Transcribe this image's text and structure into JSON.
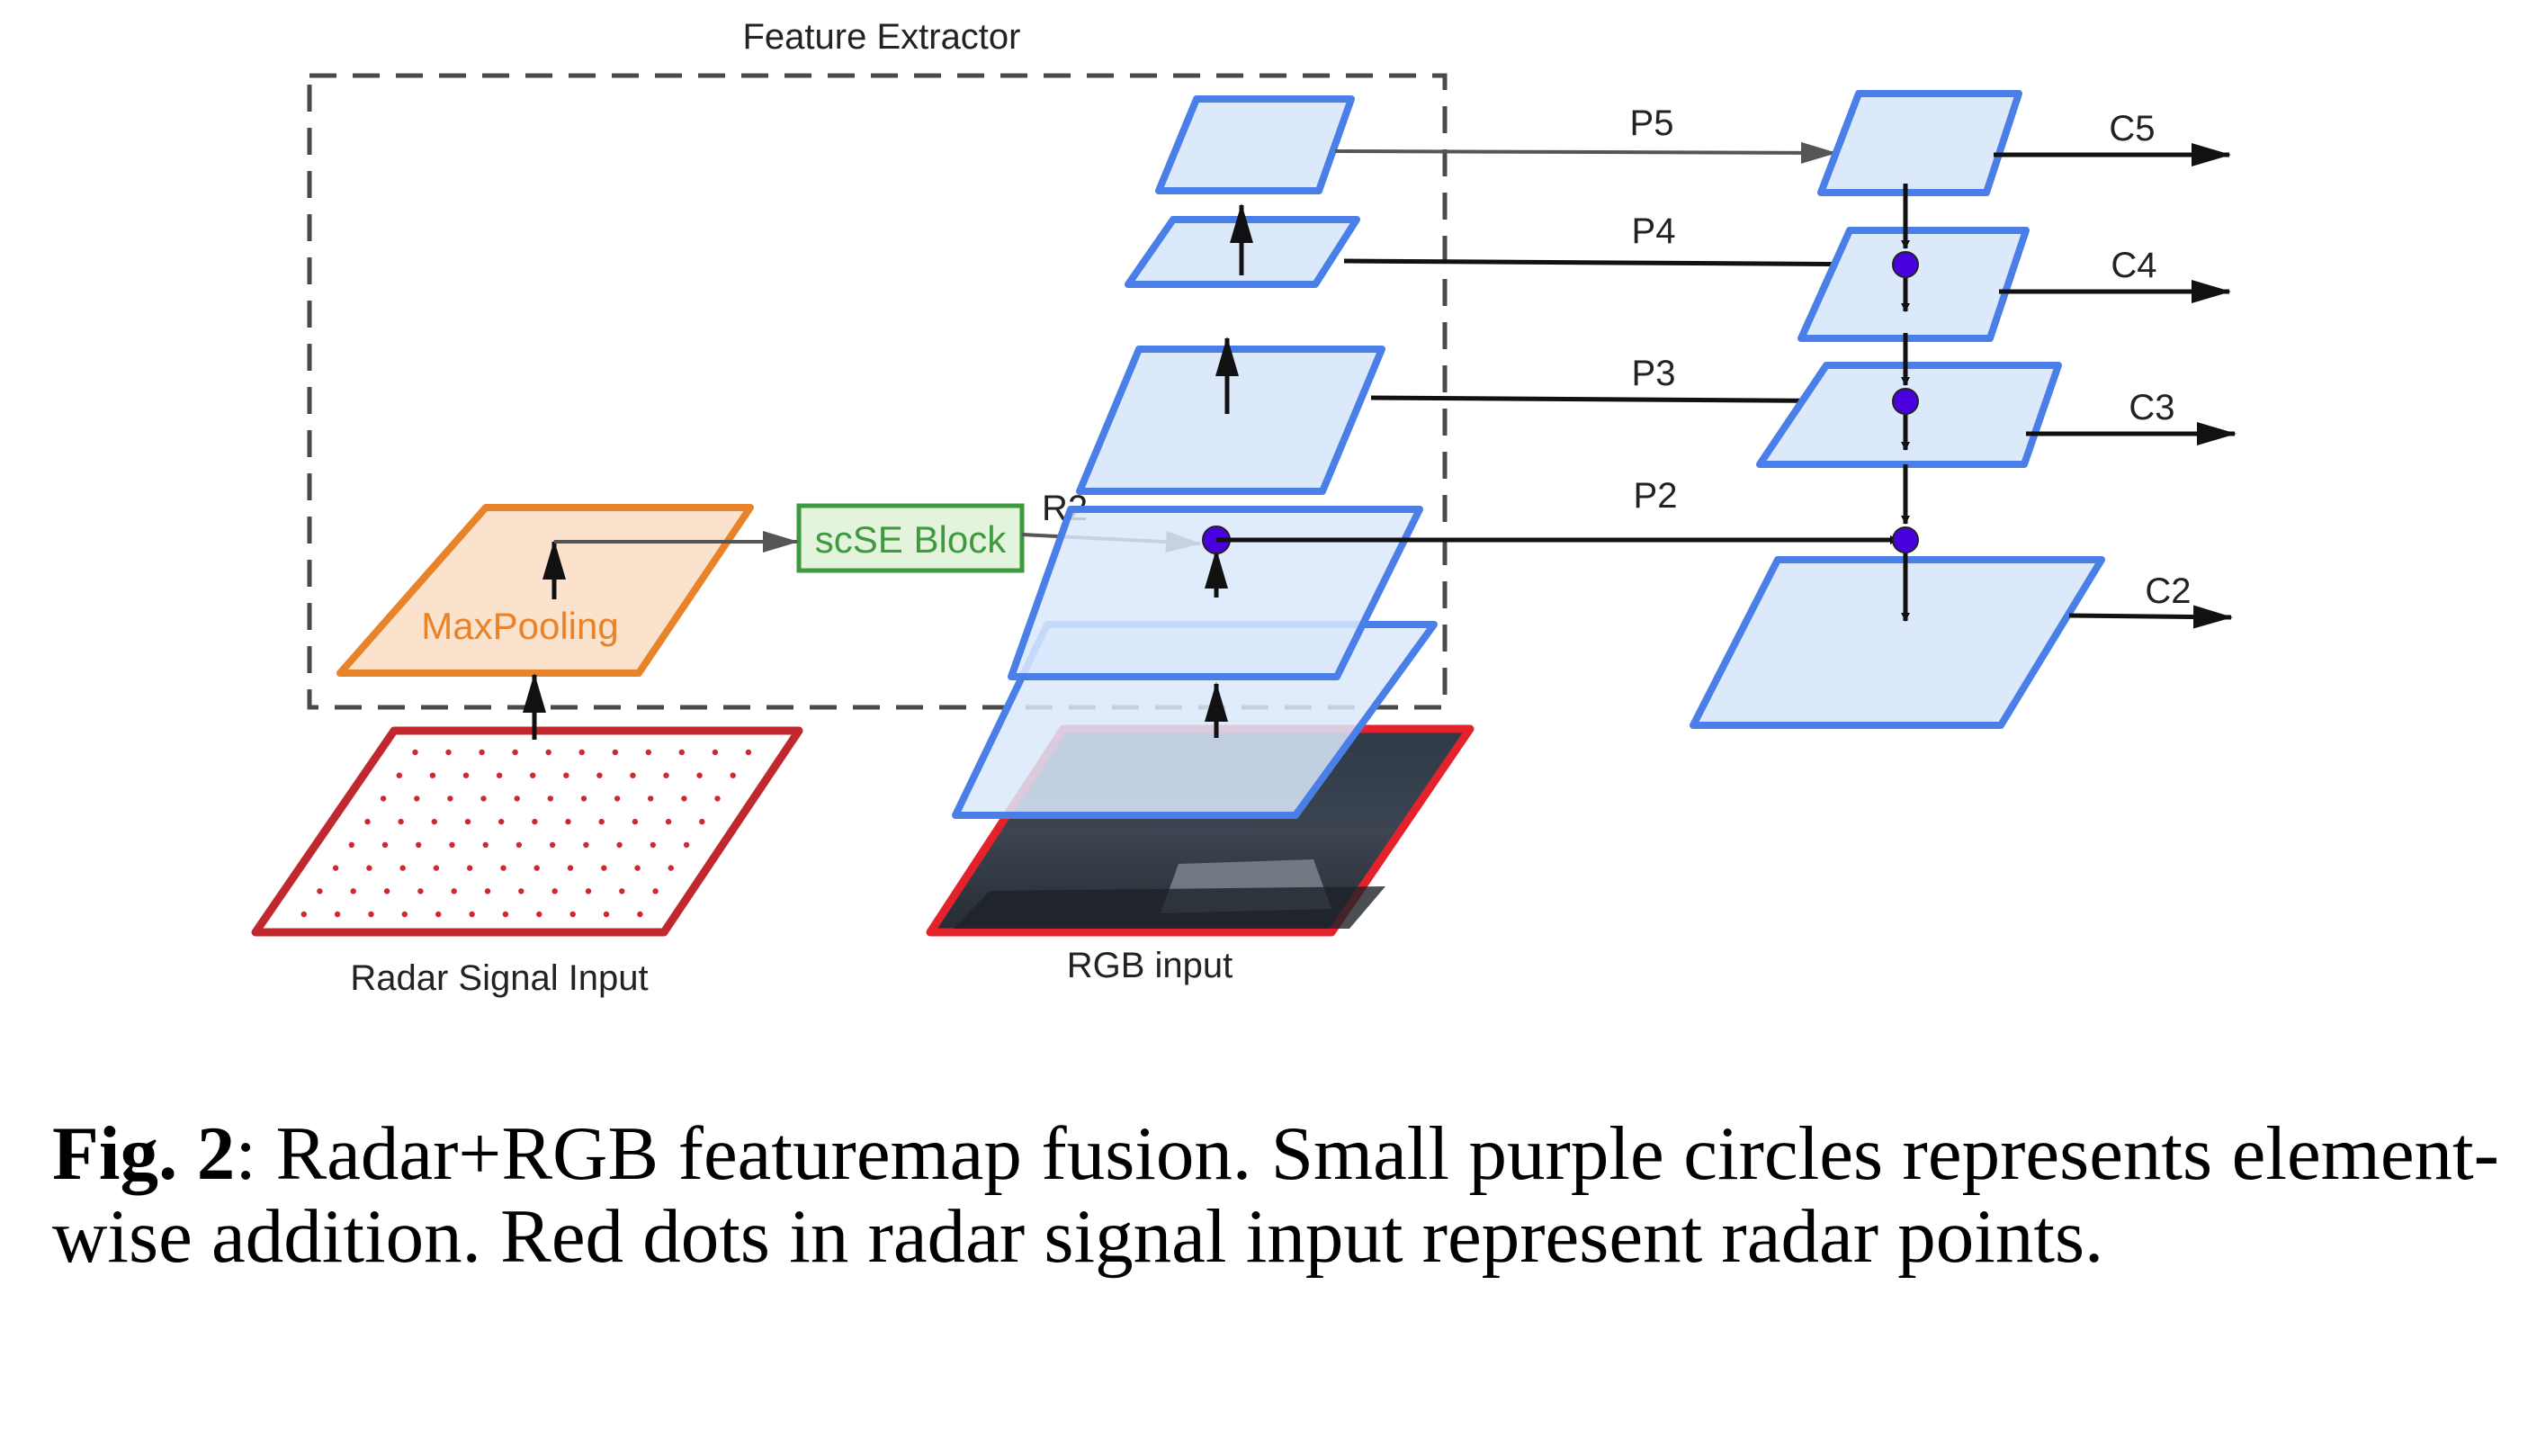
{
  "figure": {
    "feature_extractor_label": "Feature Extractor",
    "scse_label": "scSE Block",
    "maxpool_label": "MaxPooling",
    "r2_label": "R2",
    "radar_input_label": "Radar Signal Input",
    "rgb_input_label": "RGB input",
    "pyramid_labels": [
      "P5",
      "P4",
      "P3",
      "P2"
    ],
    "output_labels": [
      "C5",
      "C4",
      "C3",
      "C2"
    ],
    "colors": {
      "blue_stroke": "#4a7fe8",
      "blue_fill": "#dbe9fb",
      "orange_stroke": "#e8832a",
      "orange_fill": "#fbe2cc",
      "green_stroke": "#3e9a3e",
      "green_fill": "#e3f3dc",
      "red_stroke": "#c0282d",
      "purple_node": "#4b00e0",
      "dashed_box": "#4a4a4a"
    }
  },
  "caption": {
    "label": "Fig. 2",
    "text": ": Radar+RGB featuremap fusion. Small purple circles represents element-wise addition. Red dots in radar signal input represent radar points."
  }
}
